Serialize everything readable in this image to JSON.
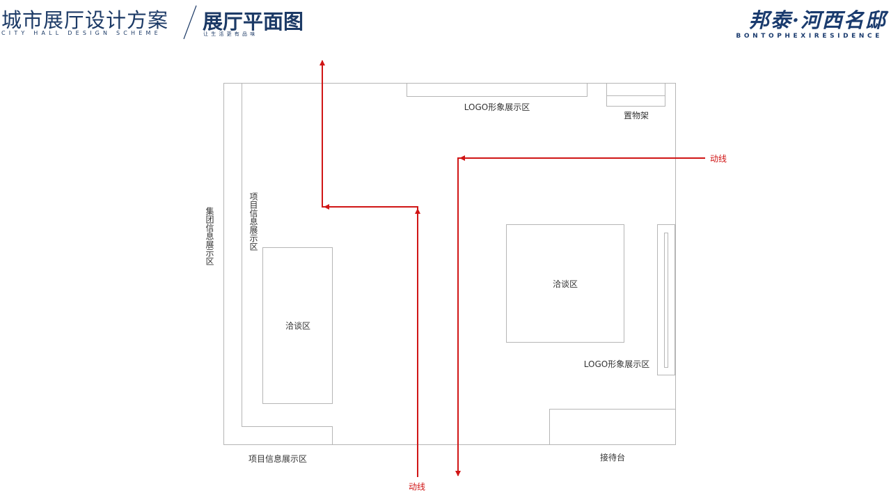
{
  "header": {
    "title": "城市展厅设计方案",
    "subtitle_en": "CITY HALL DESIGN SCHEME",
    "page_title": "展厅平面图",
    "tagline": "让生活更有品味"
  },
  "brand": {
    "name": "邦泰·河西名邸",
    "name_en": "BONTOPHEXIRESIDENCE"
  },
  "plan": {
    "labels": {
      "logo_top": "LOGO形象展示区",
      "shelf": "置物架",
      "flow_right": "动线",
      "project_info_vertical": "项目信息展示区",
      "group_info_vertical": "集团信息展示区",
      "negotiation_left": "洽谈区",
      "negotiation_right": "洽谈区",
      "logo_right": "LOGO形象展示区",
      "project_info_bottom": "项目信息展示区",
      "reception": "接待台",
      "flow_bottom": "动线"
    }
  },
  "colors": {
    "brand_navy": "#1c3a66",
    "flow_red": "#d01515",
    "wall_gray": "#b5b5b5"
  }
}
